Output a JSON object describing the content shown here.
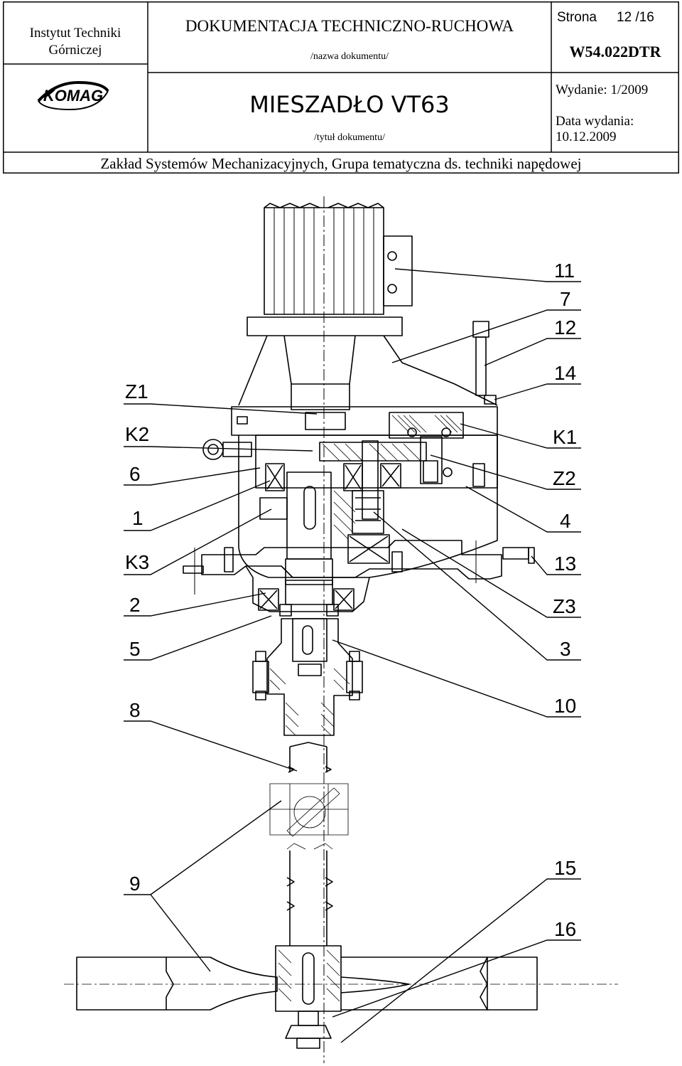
{
  "header": {
    "institute_line1": "Instytut Techniki",
    "institute_line2": "Górniczej",
    "logo_text": "KOMAG",
    "doc_type": "DOKUMENTACJA TECHNICZNO-RUCHOWA",
    "doc_type_caption": "/nazwa dokumentu/",
    "doc_title": "MIESZADŁO VT63",
    "doc_title_caption": "/tytuł dokumentu/",
    "page_label": "Strona",
    "page_value": "12 /16",
    "doc_code": "W54.022DTR",
    "edition": "Wydanie: 1/2009",
    "issue_date_label": "Data wydania:",
    "issue_date": "10.12.2009",
    "department": "Zakład Systemów Mechanizacyjnych, Grupa tematyczna ds. techniki napędowej"
  },
  "drawing": {
    "left_labels": [
      "Z1",
      "K2",
      "6",
      "1",
      "K3",
      "2",
      "5",
      "8",
      "9"
    ],
    "right_labels": [
      "11",
      "7",
      "12",
      "14",
      "K1",
      "Z2",
      "4",
      "13",
      "Z3",
      "3",
      "10",
      "15",
      "16"
    ]
  }
}
